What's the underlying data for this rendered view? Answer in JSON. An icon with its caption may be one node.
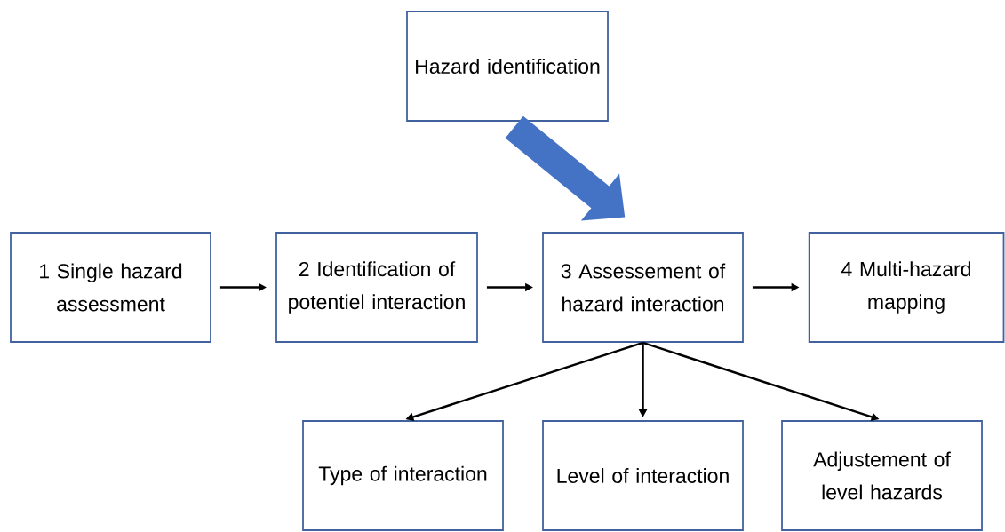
{
  "diagram": {
    "nodes": [
      {
        "text": [
          "Hazard identification"
        ]
      },
      {
        "text": [
          "1 Single hazard assessment"
        ]
      },
      {
        "text": [
          "2 Identification of potentiel interaction"
        ]
      },
      {
        "text": [
          "3 Assessement of hazard interaction"
        ]
      },
      {
        "text": [
          "4 Multi-hazard mapping"
        ]
      },
      {
        "text": [
          "Type of interaction"
        ]
      },
      {
        "text": [
          "Level of interaction"
        ]
      },
      {
        "text": [
          "Adjustement of level hazards"
        ]
      }
    ],
    "edges": [
      {
        "from": 0,
        "to": 3,
        "arrow": "to",
        "style": "thick",
        "color": "#4472c4"
      },
      {
        "from": 1,
        "to": 2,
        "arrow": "to"
      },
      {
        "from": 2,
        "to": 3,
        "arrow": "to"
      },
      {
        "from": 3,
        "to": 4,
        "arrow": "to"
      },
      {
        "from": 3,
        "to": 5,
        "arrow": "to"
      },
      {
        "from": 3,
        "to": 6,
        "arrow": "to"
      },
      {
        "from": 3,
        "to": 7,
        "arrow": "to"
      }
    ]
  }
}
